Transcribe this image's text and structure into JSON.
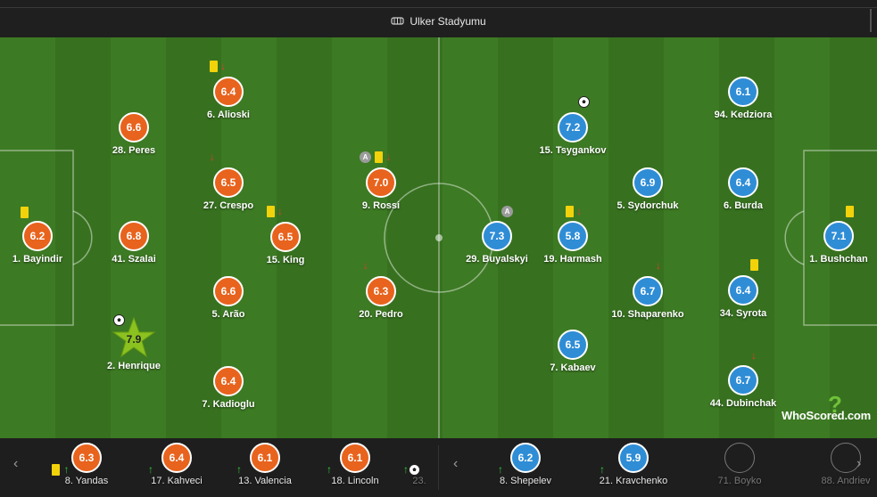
{
  "header": {
    "venue": "Ulker Stadyumu"
  },
  "colors": {
    "home": "#e8631d",
    "away": "#2f8dd6",
    "motm": "#8bc21f",
    "yellow_card": "#f2d20a"
  },
  "home_players": [
    {
      "name": "1. Bayindir",
      "rating": "6.2"
    },
    {
      "name": "28. Peres",
      "rating": "6.6"
    },
    {
      "name": "41. Szalai",
      "rating": "6.8"
    },
    {
      "name": "2. Henrique",
      "rating": "7.9"
    },
    {
      "name": "6. Alioski",
      "rating": "6.4"
    },
    {
      "name": "27. Crespo",
      "rating": "6.5"
    },
    {
      "name": "5. Arão",
      "rating": "6.6"
    },
    {
      "name": "7. Kadioglu",
      "rating": "6.4"
    },
    {
      "name": "15. King",
      "rating": "6.5"
    },
    {
      "name": "9. Rossi",
      "rating": "7.0"
    },
    {
      "name": "20. Pedro",
      "rating": "6.3"
    }
  ],
  "away_players": [
    {
      "name": "29. Buyalskyi",
      "rating": "7.3"
    },
    {
      "name": "15. Tsygankov",
      "rating": "7.2"
    },
    {
      "name": "19. Harmash",
      "rating": "5.8"
    },
    {
      "name": "7. Kabaev",
      "rating": "6.5"
    },
    {
      "name": "5. Sydorchuk",
      "rating": "6.9"
    },
    {
      "name": "10. Shaparenko",
      "rating": "6.7"
    },
    {
      "name": "94. Kedziora",
      "rating": "6.1"
    },
    {
      "name": "6. Burda",
      "rating": "6.4"
    },
    {
      "name": "34. Syrota",
      "rating": "6.4"
    },
    {
      "name": "44. Dubinchak",
      "rating": "6.7"
    },
    {
      "name": "1. Bushchan",
      "rating": "7.1"
    }
  ],
  "home_subs": [
    {
      "name": "8. Yandas",
      "rating": "6.3"
    },
    {
      "name": "17. Kahveci",
      "rating": "6.4"
    },
    {
      "name": "13. Valencia",
      "rating": "6.1"
    },
    {
      "name": "18. Lincoln",
      "rating": "6.1"
    },
    {
      "name": "23."
    }
  ],
  "away_subs": [
    {
      "name": "8. Shepelev",
      "rating": "6.2"
    },
    {
      "name": "21. Kravchenko",
      "rating": "5.9"
    },
    {
      "name": "71. Boyko"
    },
    {
      "name": "88. Andriev"
    }
  ],
  "captain_label": "A",
  "icons": {
    "substituted_off": "↓",
    "substituted_on": "↑",
    "prev": "‹",
    "next": "›"
  },
  "watermark": {
    "brand": "WhoScored",
    "suffix": ".com",
    "mark": "?"
  }
}
